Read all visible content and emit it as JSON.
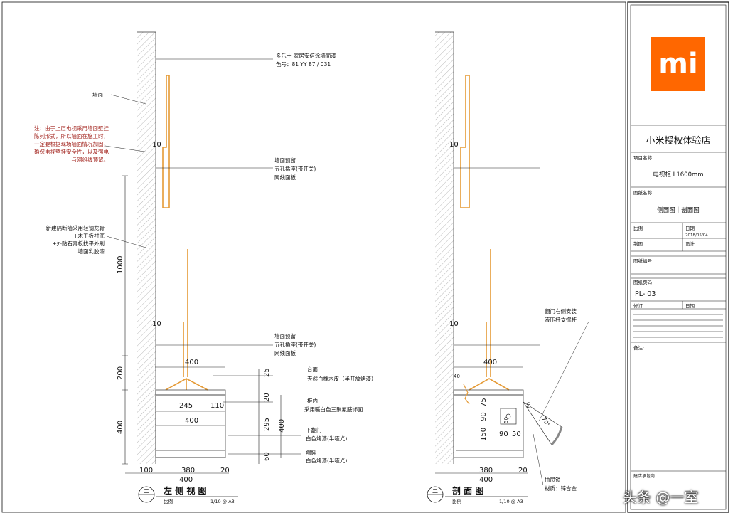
{
  "title_block": {
    "project": "小米授权体验店",
    "item_label": "项目名称",
    "item_value": "电视柜 L1600mm",
    "drawing_name_label": "图纸名称",
    "drawing_name_value": "侧面图｜剖面图",
    "scale_label": "比例",
    "date_label": "日期",
    "date_value": "2018/05/04",
    "drawn_label": "制图",
    "design_label": "设计",
    "drawing_no_label": "图纸编号",
    "page_label": "图纸页码",
    "page_value": "PL- 03",
    "revision_label": "修订",
    "revision_date_label": "日期",
    "notes_label": "备注:",
    "contractor_label": "建店承包商",
    "logo_text": "mi",
    "logo_color": "#ff6700"
  },
  "left_view": {
    "title_num": "二",
    "title": "左 侧 视 图",
    "scale_label": "比例",
    "scale_value": "1/10 @ A3",
    "paint_line1": "多乐士 家居安倍涂墙面漆",
    "paint_line2": "色号：81 YY 87 / 031",
    "wall_label": "墙面",
    "note_lines": [
      "注：由于上层电视采用墙面壁挂",
      "陈列形式，所以墙面在施工时，",
      "一定要根据现场墙面情况加固，",
      "确保电视壁挂安全性，以及强电",
      "与网络线预留。"
    ],
    "partition_lines": [
      "新建隔断墙采用轻钢龙骨",
      "+木工板衬底",
      "+外贴石膏板找平外刷",
      "墙面乳胶漆"
    ],
    "reserve1": [
      "墙面预留",
      "五孔插座(带开关)",
      "网线面板"
    ],
    "reserve2": [
      "墙面预留",
      "五孔插座(带开关)",
      "网线面板"
    ],
    "top_label": [
      "台面",
      "天然白橡木皮（半开放烤漆）"
    ],
    "interior_label": [
      "柜内",
      "采用暖白色三聚氰胺饰面"
    ],
    "flap_label": [
      "下翻门",
      "白色烤漆(半哑光)"
    ],
    "kick_label": [
      "踢脚",
      "白色烤漆(半哑光)"
    ],
    "dims": {
      "d10a": "10",
      "d10b": "10",
      "d1000": "1000",
      "d200": "200",
      "d400v": "400",
      "d400top": "400",
      "d245": "245",
      "d110": "110",
      "d400mid": "400",
      "d25": "25",
      "d20": "20",
      "d295": "295",
      "d400r": "400",
      "d60": "60",
      "d100": "100",
      "d380": "380",
      "d20b": "20",
      "d400bot": "400"
    }
  },
  "section_view": {
    "title_num": "二",
    "title": "剖 面 图",
    "scale_label": "比例",
    "scale_value": "1/10 @ A3",
    "hinge_label": [
      "翻门右侧安装",
      "液压杆支撑杆"
    ],
    "lock_label": [
      "抽屉锁",
      "材质：锌合金"
    ],
    "dims": {
      "d10a": "10",
      "d10b": "10",
      "d400top": "400",
      "d40": "40",
      "d75": "75",
      "d50a": "50",
      "d60": "60",
      "d70deg": "70°",
      "d90a": "90",
      "d90b": "90",
      "d50b": "50",
      "d150": "150",
      "d380": "380",
      "d20": "20",
      "d400bot": "400"
    }
  },
  "watermark": "头条 @一室"
}
